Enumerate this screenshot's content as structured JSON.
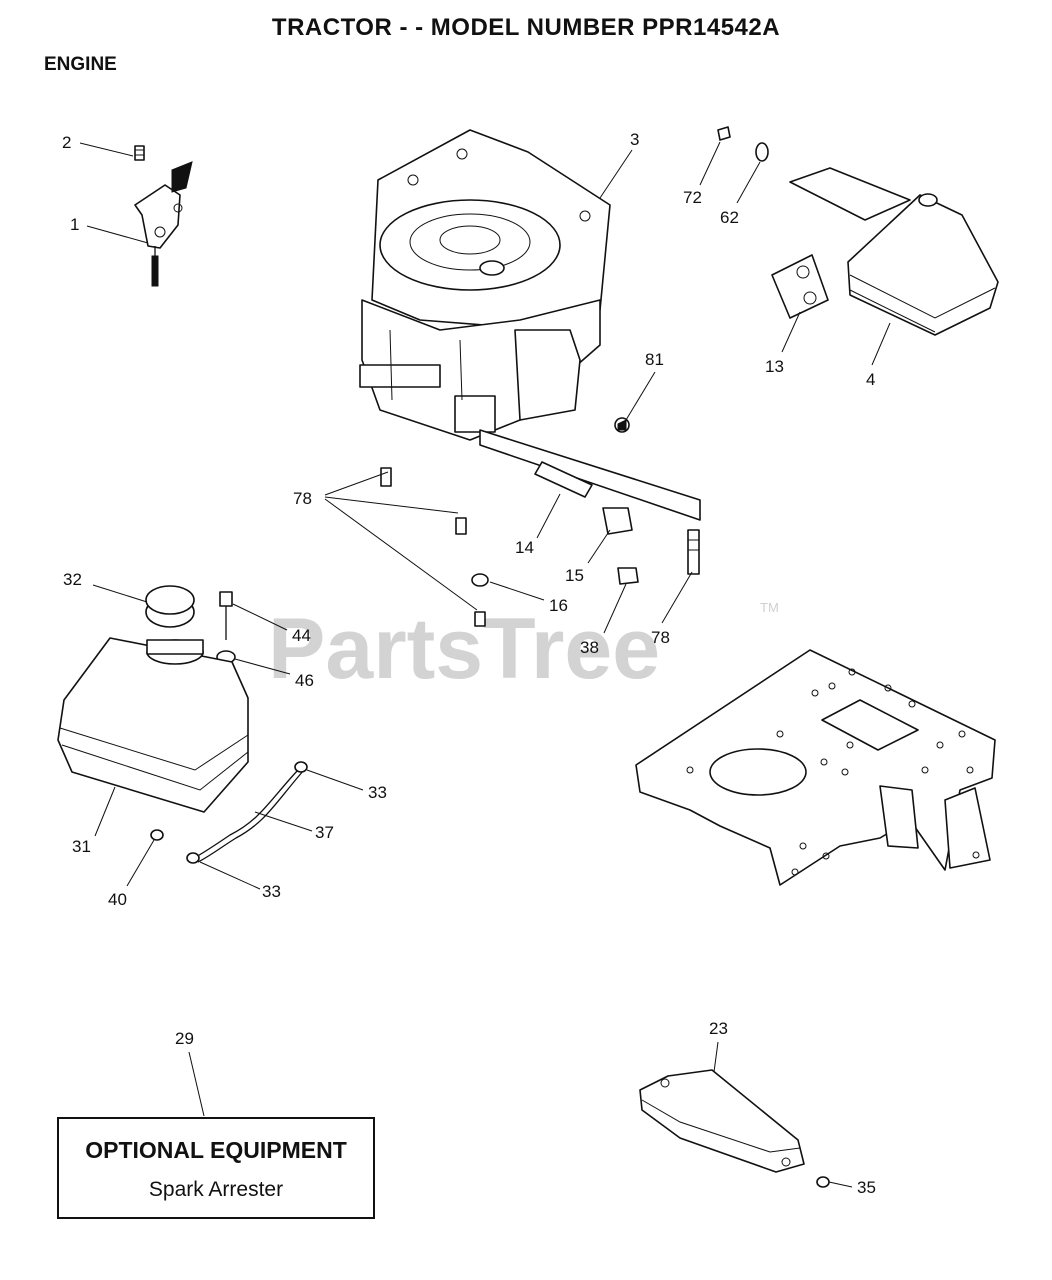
{
  "header": {
    "title": "TRACTOR - - MODEL NUMBER PPR14542A",
    "section": "ENGINE"
  },
  "watermark": {
    "text": "PartsTree",
    "mark": "TM"
  },
  "callouts": {
    "c2": "2",
    "c1": "1",
    "c3": "3",
    "c72": "72",
    "c62": "62",
    "c13": "13",
    "c4": "4",
    "c81": "81",
    "c78a": "78",
    "c14": "14",
    "c15": "15",
    "c16": "16",
    "c38": "38",
    "c78b": "78",
    "c32": "32",
    "c44": "44",
    "c46": "46",
    "c33a": "33",
    "c37": "37",
    "c31": "31",
    "c40": "40",
    "c33b": "33",
    "c29": "29",
    "c23": "23",
    "c35": "35"
  },
  "optional_box": {
    "title": "OPTIONAL EQUIPMENT",
    "subtitle": "Spark Arrester"
  }
}
